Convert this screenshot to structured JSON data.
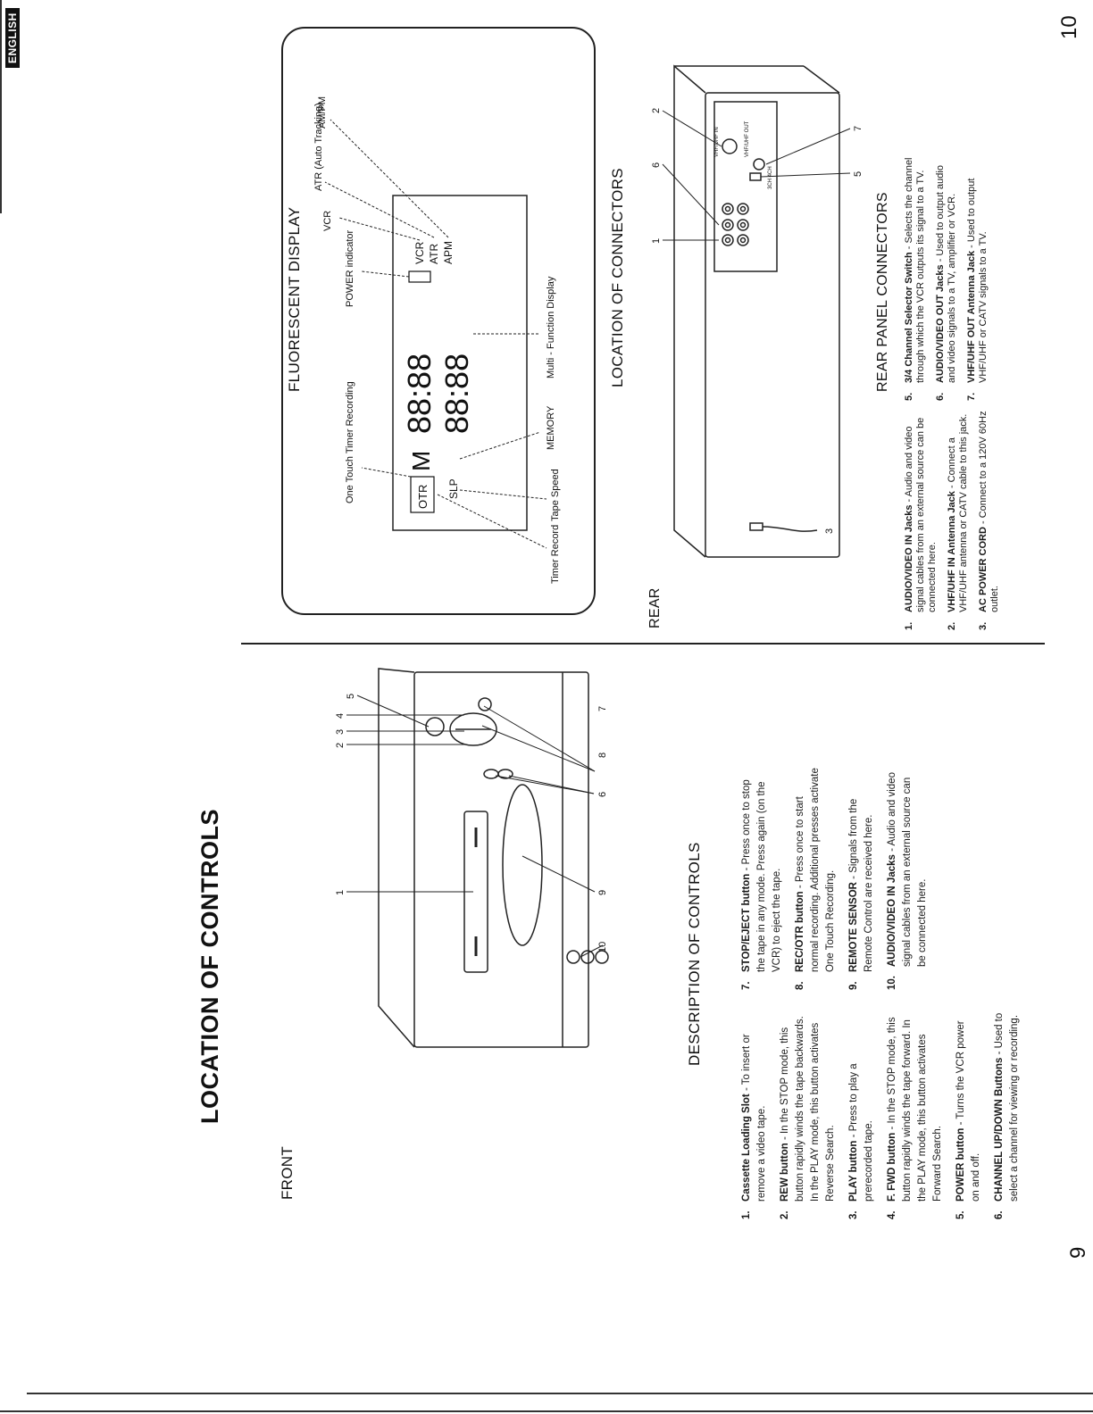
{
  "left_page": {
    "title": "LOCATION OF CONTROLS",
    "front_label": "FRONT",
    "description_heading": "DESCRIPTION OF CONTROLS",
    "callouts": [
      "1",
      "2",
      "3",
      "4",
      "5",
      "6",
      "7",
      "8",
      "9",
      "10"
    ],
    "controls": [
      {
        "num": "1.",
        "name": "Cassette Loading Slot",
        "text": " - To insert or remove a video tape."
      },
      {
        "num": "2.",
        "name": "REW button",
        "text": " - In the STOP mode, this button rapidly winds the tape backwards. In the PLAY mode, this button activates Reverse Search."
      },
      {
        "num": "3.",
        "name": "PLAY button",
        "text": " - Press to play a prerecorded tape."
      },
      {
        "num": "4.",
        "name": "F. FWD button",
        "text": " - In the STOP mode, this button rapidly winds the tape forward. In the PLAY mode, this button activates Forward Search."
      },
      {
        "num": "5.",
        "name": "POWER button",
        "text": " - Turns the VCR power on and off."
      },
      {
        "num": "6.",
        "name": "CHANNEL UP/DOWN Buttons",
        "text": " - Used to select a channel for viewing or recording."
      },
      {
        "num": "7.",
        "name": "STOP/EJECT button",
        "text": " - Press once to stop the tape in any mode. Press again (on the VCR) to eject the tape."
      },
      {
        "num": "8.",
        "name": "REC/OTR button",
        "text": " - Press once to start normal recording. Additional presses activate One Touch Recording."
      },
      {
        "num": "9.",
        "name": "REMOTE SENSOR",
        "text": " - Signals from the Remote Control are received here."
      },
      {
        "num": "10.",
        "name": "AUDIO/VIDEO IN Jacks",
        "text": " - Audio and video signal cables from an external source can be connected here."
      }
    ],
    "page_number": "9"
  },
  "right_page": {
    "language_tab": "ENGLISH",
    "fluorescent": {
      "heading": "FLUORESCENT DISPLAY",
      "labels": {
        "timer_record": "Timer Record",
        "tape_speed": "Tape Speed",
        "one_touch": "One Touch Timer Recording",
        "memory": "MEMORY",
        "multi_function": "Multi - Function Display",
        "power_indicator": "POWER indicator",
        "vcr": "VCR",
        "atr": "ATR (Auto Tracking)",
        "ampm": "AM/PM"
      },
      "display_text": {
        "otr": "OTR",
        "sl": "SLP",
        "m": "M",
        "digits_top": "88:88",
        "digits_bottom": "88:88",
        "vcr": "VCR",
        "atr": "ATR",
        "apm": "APM"
      }
    },
    "connectors": {
      "heading": "LOCATION OF CONNECTORS",
      "rear_label": "REAR",
      "callouts": [
        "1",
        "6",
        "2",
        "7",
        "5",
        "3"
      ],
      "jack_labels": [
        "VHF/UHF IN",
        "VHF/UHF OUT",
        "3CH 4CH"
      ],
      "panel_heading": "REAR PANEL CONNECTORS",
      "items": [
        {
          "num": "1.",
          "name": "AUDIO/VIDEO IN Jacks",
          "text": " - Audio and video signal cables from an external source can be connected here."
        },
        {
          "num": "2.",
          "name": "VHF/UHF IN Antenna Jack",
          "text": " - Connect a VHF/UHF antenna or CATV cable to this jack."
        },
        {
          "num": "3.",
          "name": "AC POWER CORD",
          "text": " - Connect to a 120V 60Hz outlet."
        },
        {
          "num": "5.",
          "name": "3/4 Channel Selector Switch",
          "text": " - Selects the channel through which the VCR outputs its signal to a TV."
        },
        {
          "num": "6.",
          "name": "AUDIO/VIDEO OUT Jacks",
          "text": " - Used to output audio and video signals to a TV, amplifier or VCR."
        },
        {
          "num": "7.",
          "name": "VHF/UHF OUT Antenna Jack",
          "text": " - Used to output VHF/UHF or CATV signals to a TV."
        }
      ]
    },
    "page_number": "10"
  }
}
